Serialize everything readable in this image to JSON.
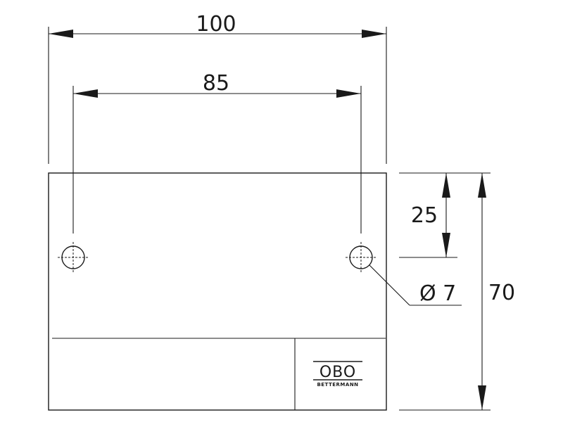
{
  "dimensions": {
    "overall_width": "100",
    "hole_spacing": "85",
    "hole_offset_from_top": "25",
    "hole_diameter": "Ø 7",
    "overall_height": "70"
  },
  "logo": {
    "brand": "OBO",
    "sub": "BETTERMANN"
  }
}
